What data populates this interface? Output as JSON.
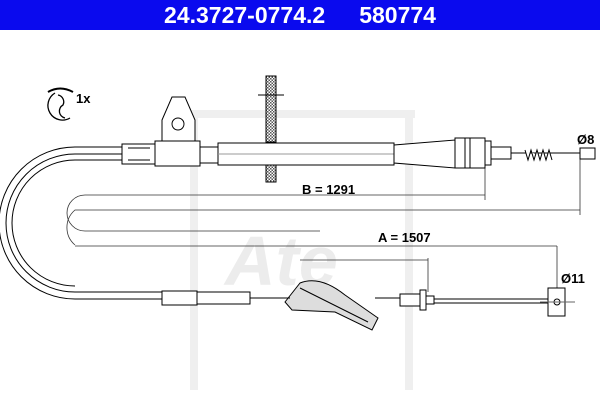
{
  "header": {
    "part_number": "24.3727-0774.2",
    "ref_number": "580774",
    "background": "#0a0aee"
  },
  "drawing": {
    "clip_quantity": "1x",
    "dimension_b": "B = 1291",
    "dimension_a": "A = 1507",
    "diameter_top": "Ø8",
    "diameter_bottom": "Ø11",
    "watermark": "Ate"
  }
}
